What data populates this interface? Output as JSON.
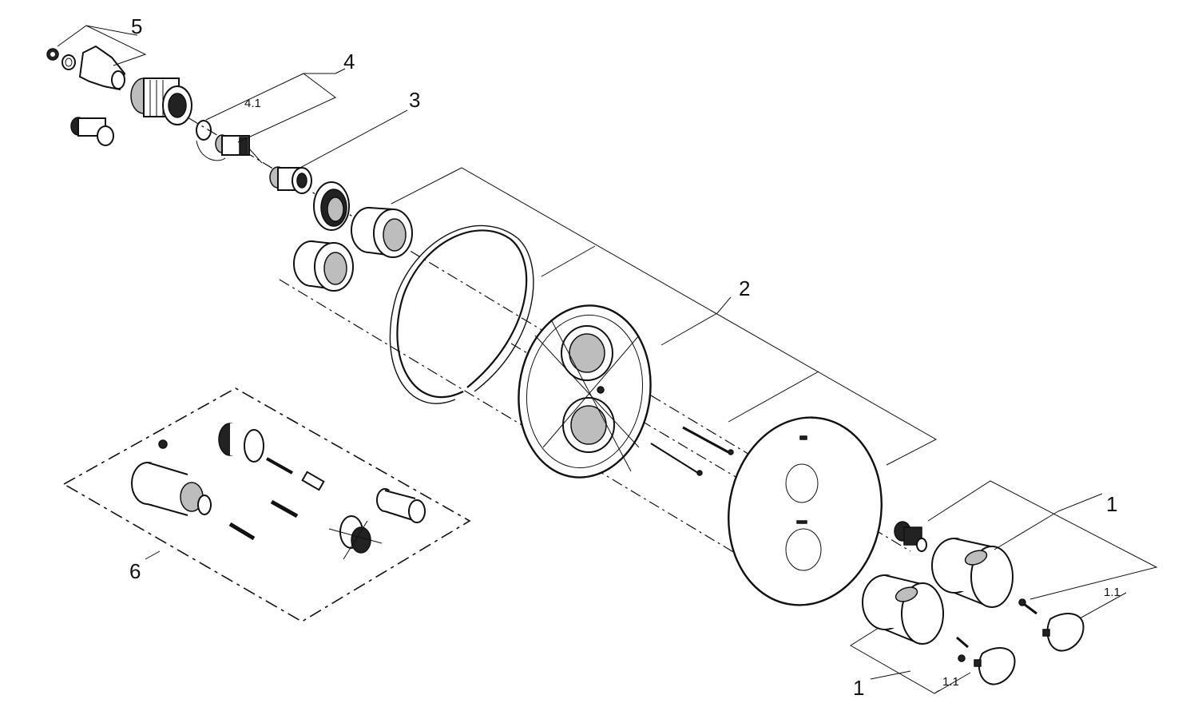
{
  "callouts": {
    "c1_top": "1",
    "c1_bottom": "1",
    "c1_1_right": "1.1",
    "c1_1_bottom": "1.1",
    "c2": "2",
    "c3": "3",
    "c4": "4",
    "c4_1": "4.1",
    "c5": "5",
    "c6": "6"
  }
}
